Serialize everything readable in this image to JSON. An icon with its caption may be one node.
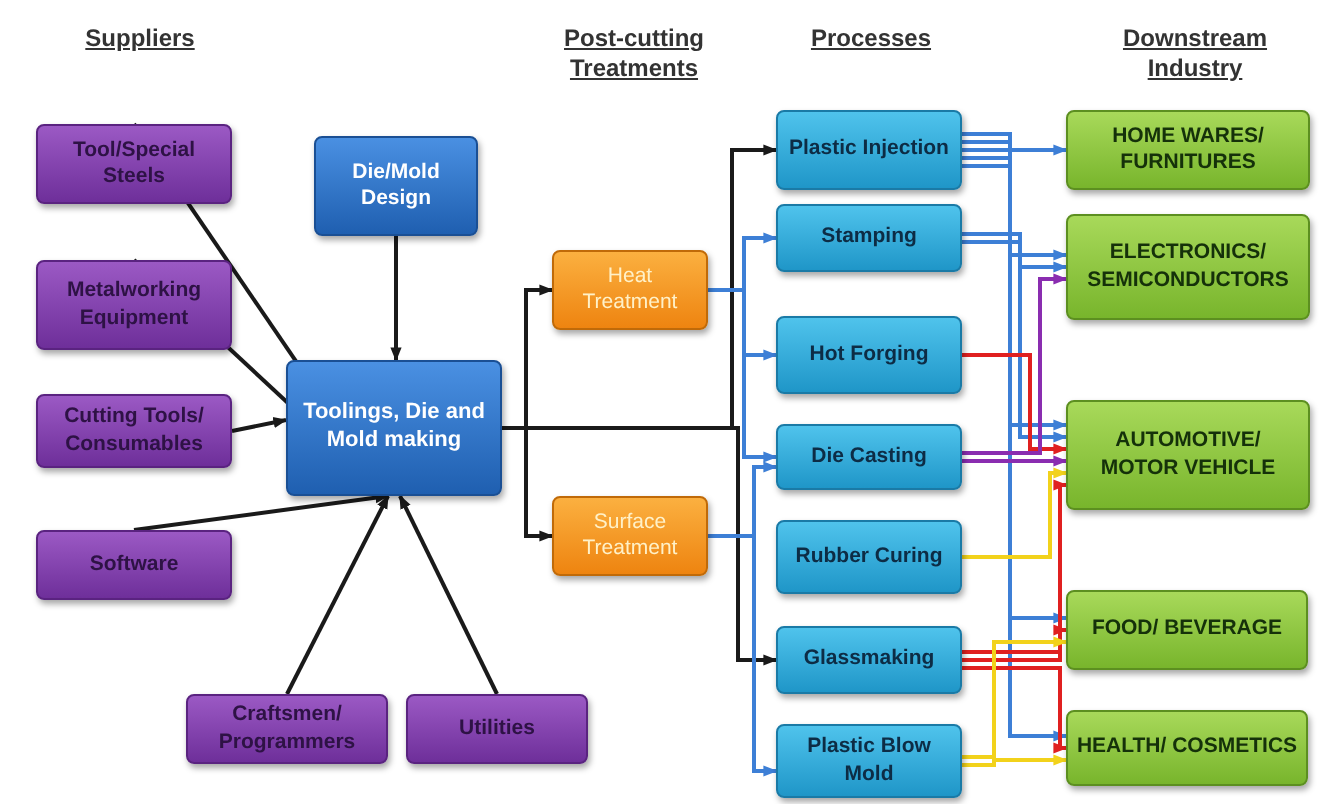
{
  "diagram": {
    "nodes": [
      {
        "text": [
          "Tool/Special Steels"
        ]
      },
      {
        "text": [
          "Metalworking Equipment"
        ]
      },
      {
        "text": [
          "Cutting Tools/ Consumables"
        ]
      },
      {
        "text": [
          "Software"
        ]
      },
      {
        "text": [
          "Die/Mold Design"
        ]
      },
      {
        "text": [
          "Toolings, Die and Mold making"
        ]
      },
      {
        "text": [
          "Craftsmen/ Programmers"
        ]
      },
      {
        "text": [
          "Utilities"
        ]
      },
      {
        "text": [
          "Heat Treatment"
        ]
      },
      {
        "text": [
          "Surface Treatment"
        ]
      },
      {
        "text": [
          "Plastic Injection"
        ]
      },
      {
        "text": [
          "Stamping"
        ]
      },
      {
        "text": [
          "Hot Forging"
        ]
      },
      {
        "text": [
          "Die Casting"
        ]
      },
      {
        "text": [
          "Rubber Curing"
        ]
      },
      {
        "text": [
          "Glassmaking"
        ]
      },
      {
        "text": [
          "Plastic Blow Mold"
        ]
      },
      {
        "text": [
          "HOME WARES/ FURNITURES"
        ]
      },
      {
        "text": [
          "ELECTRONICS/ SEMICONDUCTORS"
        ]
      },
      {
        "text": [
          "AUTOMOTIVE/ MOTOR VEHICLE"
        ]
      },
      {
        "text": [
          "FOOD/ BEVERAGE"
        ]
      },
      {
        "text": [
          "HEALTH/ COSMETICS"
        ]
      }
    ],
    "edges": [
      {
        "from": 0,
        "to": 5,
        "arrow": "to",
        "color": "#1a1a1a"
      },
      {
        "from": 1,
        "to": 5,
        "arrow": "to",
        "color": "#1a1a1a"
      },
      {
        "from": 2,
        "to": 5,
        "arrow": "to",
        "color": "#1a1a1a"
      },
      {
        "from": 3,
        "to": 5,
        "arrow": "to",
        "color": "#1a1a1a"
      },
      {
        "from": 4,
        "to": 5,
        "arrow": "to",
        "color": "#1a1a1a"
      },
      {
        "from": 6,
        "to": 5,
        "arrow": "to",
        "color": "#1a1a1a"
      },
      {
        "from": 7,
        "to": 5,
        "arrow": "to",
        "color": "#1a1a1a"
      },
      {
        "from": 5,
        "to": 8,
        "arrow": "to",
        "color": "#1a1a1a"
      },
      {
        "from": 5,
        "to": 9,
        "arrow": "to",
        "color": "#1a1a1a"
      },
      {
        "from": 5,
        "to": 10,
        "arrow": "to",
        "color": "#1a1a1a"
      },
      {
        "from": 5,
        "to": 15,
        "arrow": "to",
        "color": "#1a1a1a"
      },
      {
        "from": 8,
        "to": 11,
        "arrow": "to"
      },
      {
        "from": 8,
        "to": 12,
        "arrow": "to"
      },
      {
        "from": 8,
        "to": 13,
        "arrow": "to"
      },
      {
        "from": 9,
        "to": 13,
        "arrow": "to"
      },
      {
        "from": 9,
        "to": 16,
        "arrow": "to"
      },
      {
        "from": 10,
        "to": 17,
        "arrow": "to"
      },
      {
        "from": 10,
        "to": 18,
        "arrow": "to"
      },
      {
        "from": 10,
        "to": 19,
        "arrow": "to"
      },
      {
        "from": 10,
        "to": 20,
        "arrow": "to"
      },
      {
        "from": 10,
        "to": 21,
        "arrow": "to"
      },
      {
        "from": 11,
        "to": 18,
        "arrow": "to"
      },
      {
        "from": 11,
        "to": 19,
        "arrow": "to"
      },
      {
        "from": 12,
        "to": 19,
        "arrow": "to",
        "color": "#e02020"
      },
      {
        "from": 13,
        "to": 18,
        "arrow": "to",
        "color": "#8a2db0"
      },
      {
        "from": 13,
        "to": 19,
        "arrow": "to",
        "color": "#8a2db0"
      },
      {
        "from": 14,
        "to": 19,
        "arrow": "to",
        "color": "#f2d21b"
      },
      {
        "from": 15,
        "to": 19,
        "arrow": "to",
        "color": "#e02020"
      },
      {
        "from": 15,
        "to": 20,
        "arrow": "to",
        "color": "#e02020"
      },
      {
        "from": 15,
        "to": 21,
        "arrow": "to",
        "color": "#e02020"
      },
      {
        "from": 16,
        "to": 20,
        "arrow": "to",
        "color": "#f2d21b"
      },
      {
        "from": 16,
        "to": 21,
        "arrow": "to",
        "color": "#f2d21b"
      }
    ],
    "labels": [
      "Suppliers",
      "Post-cutting Treatments",
      "Processes",
      "Downstream Industry"
    ]
  }
}
